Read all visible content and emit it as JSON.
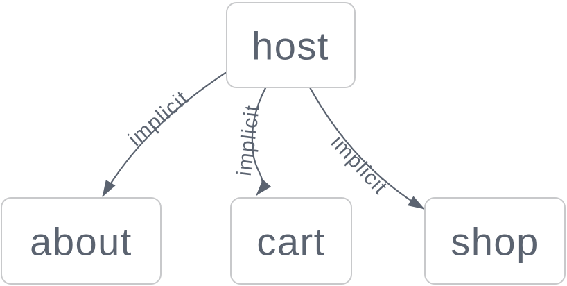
{
  "diagram": {
    "kind": "flowchart",
    "colors": {
      "node_fill": "#ffffff",
      "node_border": "#c8c9cb",
      "text": "#5b6370",
      "edge": "#5b6370",
      "background": "#ffffff"
    },
    "nodes": [
      {
        "id": "host",
        "label": "host"
      },
      {
        "id": "about",
        "label": "about"
      },
      {
        "id": "cart",
        "label": "cart"
      },
      {
        "id": "shop",
        "label": "shop"
      }
    ],
    "edges": [
      {
        "from": "host",
        "to": "about",
        "label": "implicit"
      },
      {
        "from": "host",
        "to": "cart",
        "label": "implicit"
      },
      {
        "from": "host",
        "to": "shop",
        "label": "implicit"
      }
    ]
  }
}
